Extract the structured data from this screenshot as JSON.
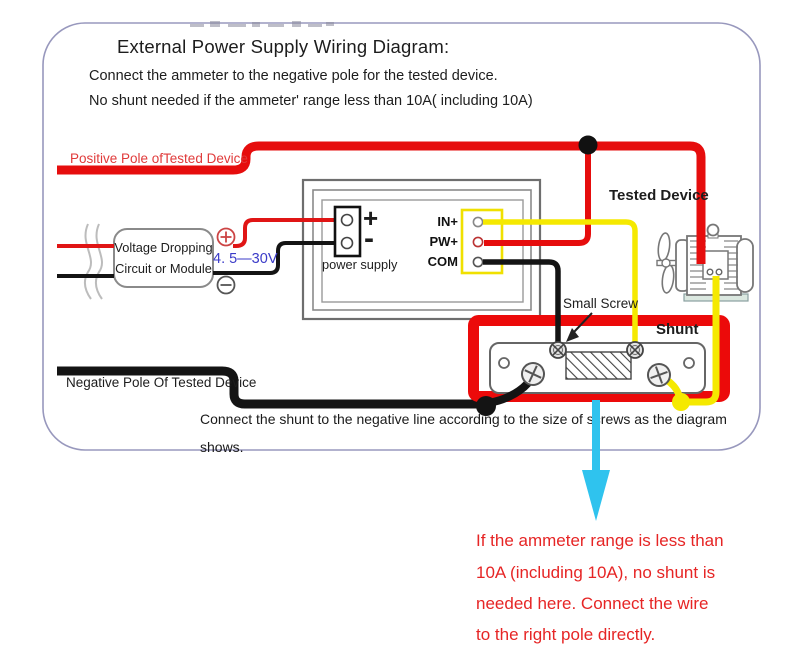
{
  "header": {
    "title": "External Power Supply Wiring Diagram:",
    "line1": "Connect the ammeter to the negative pole for the tested device.",
    "line2": "No shunt needed if the ammeter' range less than 10A( including 10A)"
  },
  "diagram": {
    "positive_pole_label": "Positive Pole ofTested Device",
    "negative_pole_label": "Negative Pole Of Tested Device",
    "module": {
      "line1": "Voltage Dropping",
      "line2": "Circuit or Module",
      "voltage_range": "4. 5—30V"
    },
    "power_supply": {
      "label": "power supply",
      "plus": "+",
      "minus": "-"
    },
    "terminals": [
      {
        "label": "IN+"
      },
      {
        "label": "PW+"
      },
      {
        "label": "COM"
      }
    ],
    "tested_device_label": "Tested Device",
    "small_screw_label": "Small Screw",
    "shunt_label": "Shunt",
    "caption_line1": "Connect the shunt to the negative line according to the size of screws as the diagram",
    "caption_line2": "shows."
  },
  "note": {
    "lines": [
      "If the ammeter range is less than",
      "10A (including 10A), no shunt is",
      "needed here. Connect the wire",
      "to the right pole directly."
    ]
  },
  "colors": {
    "wire_positive_red": "#e60d0d",
    "wire_negative_black": "#141414",
    "wire_yellow": "#f5e900",
    "highlight_box_red": "#ec0a0a",
    "arrow_cyan": "#2fc3ee",
    "note_text_red": "#e62525",
    "pole_label_red": "#e03a3a",
    "voltage_range_blue": "#3b3bc8",
    "border_purple": "#9898bd"
  },
  "icons": {
    "module_positive_terminal": "plus-circle",
    "module_negative_terminal": "minus-circle",
    "junction_dot": "filled-circle",
    "down_arrow": "thick-down-arrow",
    "big_screw": "phillips-screw",
    "small_screw": "cross-screw",
    "motor": "electric-motor",
    "wire_break": "double-squiggle"
  }
}
